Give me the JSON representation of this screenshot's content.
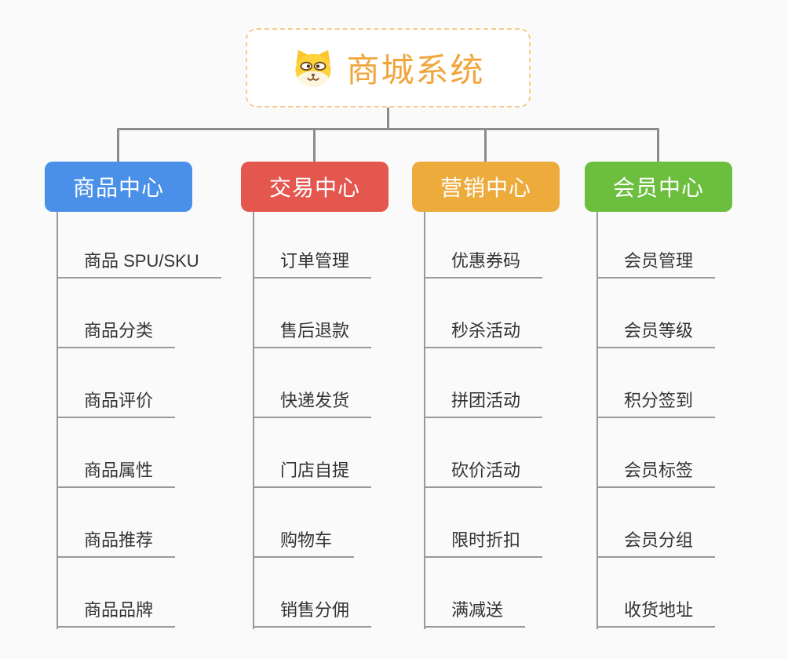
{
  "root": {
    "title": "商城系统",
    "icon": "dog-face",
    "title_color": "#f0a63c",
    "border_color": "#f4cd8c"
  },
  "branches": [
    {
      "label": "商品中心",
      "color": "#4a90e8",
      "items": [
        "商品 SPU/SKU",
        "商品分类",
        "商品评价",
        "商品属性",
        "商品推荐",
        "商品品牌"
      ]
    },
    {
      "label": "交易中心",
      "color": "#e4574f",
      "items": [
        "订单管理",
        "售后退款",
        "快递发货",
        "门店自提",
        "购物车",
        "销售分佣"
      ]
    },
    {
      "label": "营销中心",
      "color": "#edab3c",
      "items": [
        "优惠券码",
        "秒杀活动",
        "拼团活动",
        "砍价活动",
        "限时折扣",
        "满减送"
      ]
    },
    {
      "label": "会员中心",
      "color": "#6cbe3f",
      "items": [
        "会员管理",
        "会员等级",
        "积分签到",
        "会员标签",
        "会员分组",
        "收货地址"
      ]
    }
  ],
  "colors": {
    "background": "#fafafa",
    "connector": "#8c8c8c",
    "underline": "#999999",
    "item_text": "#333333",
    "branch_text": "#ffffff"
  }
}
